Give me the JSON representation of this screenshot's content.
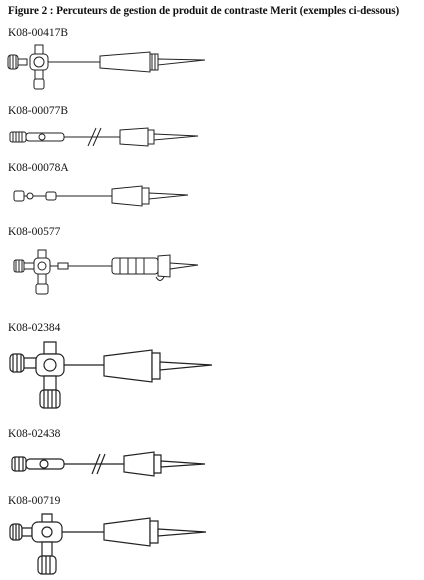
{
  "figure": {
    "title": "Figure 2 : Percuteurs de gestion de produit de contraste Merit (exemples ci-dessous)",
    "devices": [
      {
        "code": "K08-00417B",
        "icon": "stopcock-spike-icon"
      },
      {
        "code": "K08-00077B",
        "icon": "tubing-spike-icon"
      },
      {
        "code": "K08-00078A",
        "icon": "tubing-spike-icon"
      },
      {
        "code": "K08-00577",
        "icon": "stopcock-spike-icon"
      },
      {
        "code": "K08-02384",
        "icon": "stopcock-spike-icon"
      },
      {
        "code": "K08-02438",
        "icon": "tubing-spike-icon"
      },
      {
        "code": "K08-00719",
        "icon": "stopcock-spike-icon"
      }
    ]
  }
}
